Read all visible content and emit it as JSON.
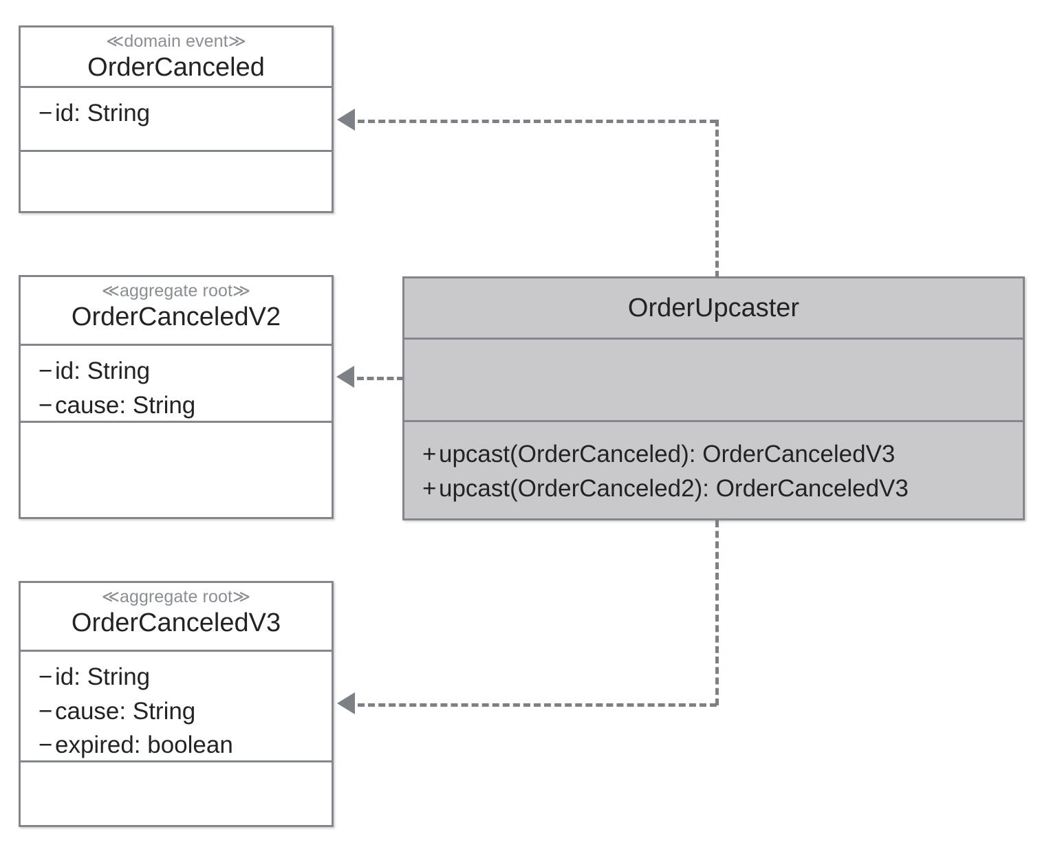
{
  "diagram": {
    "title": "OrderUpcaster UML class diagram",
    "type": "uml-class-diagram",
    "colors": {
      "border": "#83868b",
      "text": "#232326",
      "stereotype_text": "#8a8d92",
      "shaded_fill": "#c9c9cc",
      "plain_fill": "#ffffff",
      "connector": "#7d8085"
    }
  },
  "classes": [
    {
      "id": "order-canceled",
      "stereotype": "≪domain event≫",
      "name": "OrderCanceled",
      "fill": "plain",
      "attributes": [
        {
          "visibility": "−",
          "text": "id: String"
        }
      ],
      "operations": []
    },
    {
      "id": "order-canceled-v2",
      "stereotype": "≪aggregate root≫",
      "name": "OrderCanceledV2",
      "fill": "plain",
      "attributes": [
        {
          "visibility": "−",
          "text": "id: String"
        },
        {
          "visibility": "−",
          "text": "cause: String"
        }
      ],
      "operations": []
    },
    {
      "id": "order-canceled-v3",
      "stereotype": "≪aggregate root≫",
      "name": "OrderCanceledV3",
      "fill": "plain",
      "attributes": [
        {
          "visibility": "−",
          "text": "id: String"
        },
        {
          "visibility": "−",
          "text": "cause: String"
        },
        {
          "visibility": "−",
          "text": "expired: boolean"
        }
      ],
      "operations": []
    },
    {
      "id": "order-upcaster",
      "stereotype": "",
      "name": "OrderUpcaster",
      "fill": "shaded",
      "attributes": [],
      "operations": [
        {
          "visibility": "+",
          "text": "upcast(OrderCanceled): OrderCanceledV3"
        },
        {
          "visibility": "+",
          "text": "upcast(OrderCanceled2): OrderCanceledV3"
        }
      ]
    }
  ],
  "relationships": [
    {
      "id": "dep-upcaster-to-ordercanceled",
      "kind": "dependency",
      "style": "dashed",
      "arrowhead": "open-triangle",
      "source": "OrderUpcaster",
      "target": "OrderCanceled",
      "label": ""
    },
    {
      "id": "dep-upcaster-to-ordercanceledv2",
      "kind": "dependency",
      "style": "dashed",
      "arrowhead": "open-triangle",
      "source": "OrderUpcaster",
      "target": "OrderCanceledV2",
      "label": ""
    },
    {
      "id": "dep-upcaster-to-ordercanceledv3",
      "kind": "dependency",
      "style": "dashed",
      "arrowhead": "open-triangle",
      "source": "OrderUpcaster",
      "target": "OrderCanceledV3",
      "label": ""
    }
  ]
}
